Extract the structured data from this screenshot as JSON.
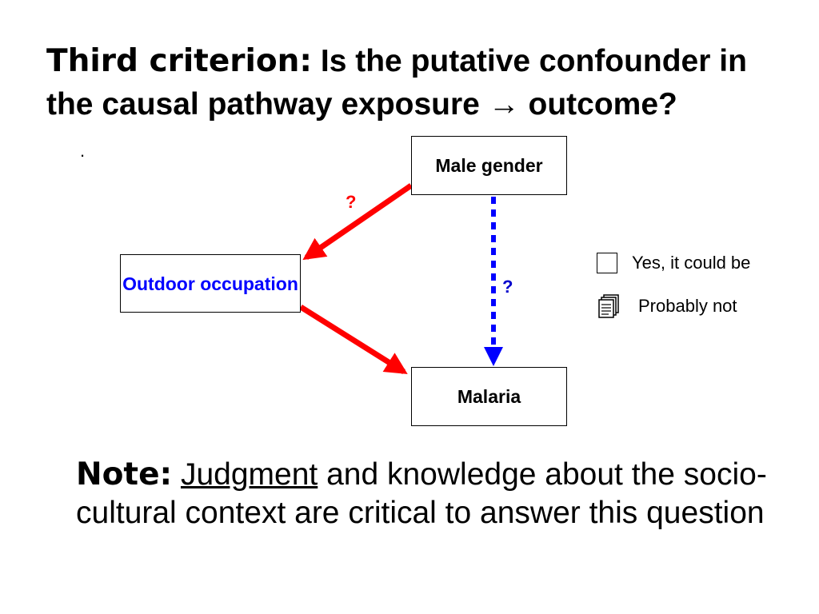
{
  "title": {
    "bold_part": "Third criterion:",
    "normal_part": " Is the putative confounder in the causal pathway exposure → outcome?"
  },
  "dot": ".",
  "diagram": {
    "nodes": {
      "male_gender": "Male gender",
      "outdoor_occupation": "Outdoor occupation",
      "malaria": "Malaria"
    },
    "edge_labels": {
      "red_question": "?",
      "blue_question": "?"
    },
    "colors": {
      "red_arrow": "#ff0000",
      "blue_arrow": "#0000ff",
      "outdoor_text": "#0000ff"
    }
  },
  "options": {
    "yes": "Yes, it could be",
    "no": "Probably not"
  },
  "icons": {
    "yes": "checkbox-empty",
    "no": "document-stack-icon"
  },
  "note": {
    "bold_part": "Note:",
    "underlined_part": "Judgment",
    "rest": " and knowledge about the socio-cultural context are critical to answer this question"
  }
}
